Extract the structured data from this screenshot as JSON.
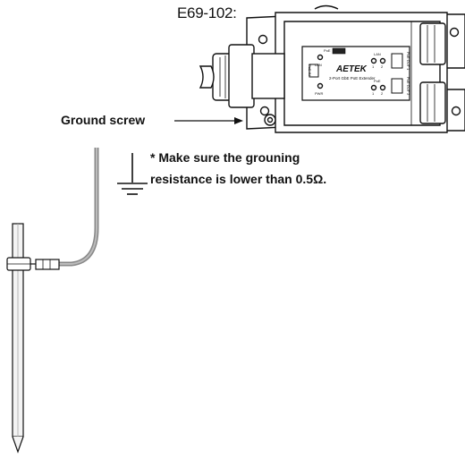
{
  "model_label": "E69-102:",
  "device": {
    "brand": "AETEK",
    "product_name": "2-Port GbE PoE Extender",
    "left_port_label": "PoE IN",
    "right_port_top_label": "PoE OUT 1",
    "right_port_bottom_label": "PoE OUT 2",
    "led_lan": "LAN",
    "led_pwr": "PWR",
    "led_group_top": "LAN",
    "led_group_bottom": "PoE",
    "dip_label": "PoE",
    "led_numbers_top": [
      "1",
      "2"
    ],
    "led_numbers_bottom": [
      "1",
      "2"
    ]
  },
  "ground_screw_label": "Ground screw",
  "note_text": "* Make sure the grouning resistance is lower than 0.5Ω.",
  "colors": {
    "line": "#111111",
    "cable": "#888888",
    "rod_fill": "#f4f4f4"
  }
}
